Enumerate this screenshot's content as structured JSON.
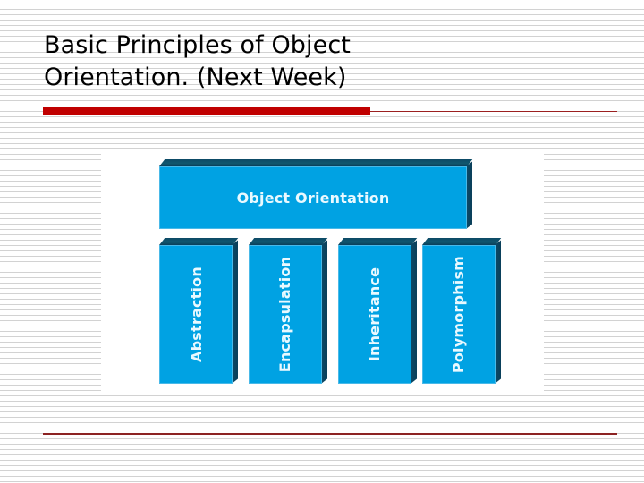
{
  "slide": {
    "title_lines": [
      "Basic Principles of Object",
      "Orientation. (Next Week)"
    ],
    "accent_colors": {
      "thick_rule": "#c00000",
      "thin_rule": "#9b2020",
      "bottom_rule": "#8c2323",
      "box_fill": "#00a2e3",
      "box_shadow": "#0c4a66",
      "box_text": "#e9f9ff"
    }
  },
  "diagram": {
    "root": {
      "label": "Object Orientation"
    },
    "pillars": [
      {
        "label": "Abstraction"
      },
      {
        "label": "Encapsulation"
      },
      {
        "label": "Inheritance"
      },
      {
        "label": "Polymorphism"
      }
    ]
  }
}
